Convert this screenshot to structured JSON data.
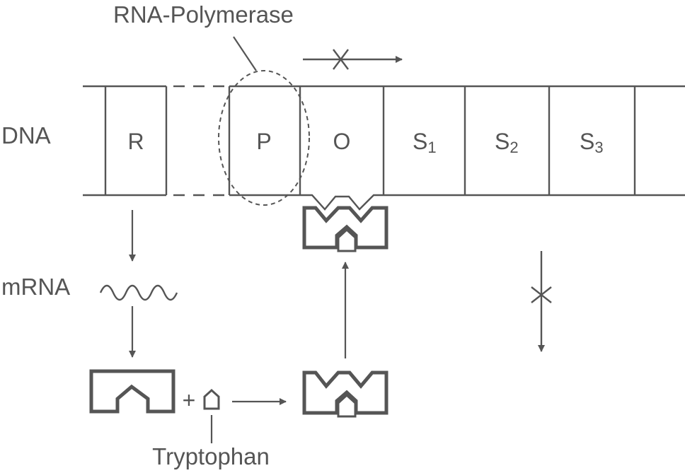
{
  "labels": {
    "rna_polymerase": "RNA-Polymerase",
    "dna": "DNA",
    "mrna": "mRNA",
    "tryptophan": "Tryptophan",
    "plus": "+"
  },
  "genes": {
    "regulator": "R",
    "promoter": "P",
    "operator": "O",
    "s1": {
      "letter": "S",
      "sub": "1"
    },
    "s2": {
      "letter": "S",
      "sub": "2"
    },
    "s3": {
      "letter": "S",
      "sub": "3"
    }
  },
  "colors": {
    "ink": "#555555",
    "background": "#ffffff"
  },
  "icons": [
    "blocked-arrow",
    "repressor-protein",
    "tryptophan-molecule",
    "mrna-wave"
  ]
}
